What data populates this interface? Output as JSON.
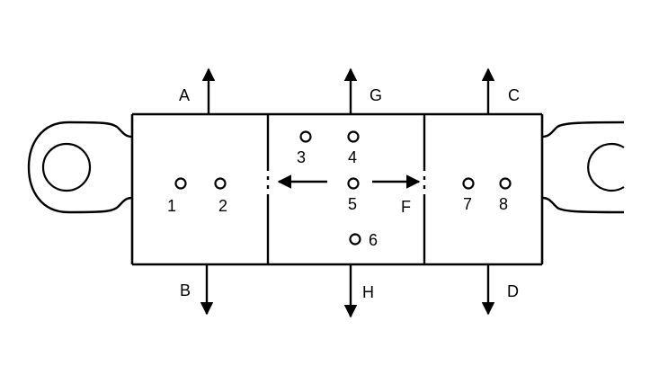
{
  "labels": {
    "force_a": "A",
    "force_b": "B",
    "force_c": "C",
    "force_d": "D",
    "force_g": "G",
    "force_h": "H",
    "force_f": "F"
  },
  "points": [
    "1",
    "2",
    "3",
    "4",
    "5",
    "6",
    "7",
    "8"
  ],
  "colors": {
    "ink": "#000000",
    "paper": "#ffffff"
  }
}
